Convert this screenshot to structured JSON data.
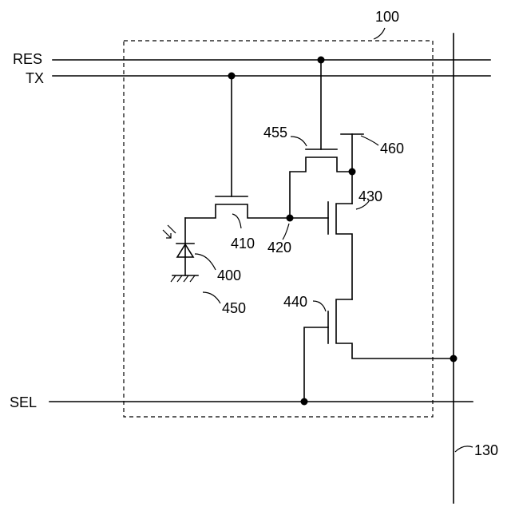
{
  "signals": {
    "res": "RES",
    "tx": "TX",
    "sel": "SEL"
  },
  "refs": {
    "pixel": "100",
    "output_line": "130",
    "photodiode": "400",
    "transfer_transistor": "410",
    "node": "420",
    "amplifier_transistor": "430",
    "select_transistor": "440",
    "ground": "450",
    "reset_transistor": "455",
    "power_line": "460"
  }
}
